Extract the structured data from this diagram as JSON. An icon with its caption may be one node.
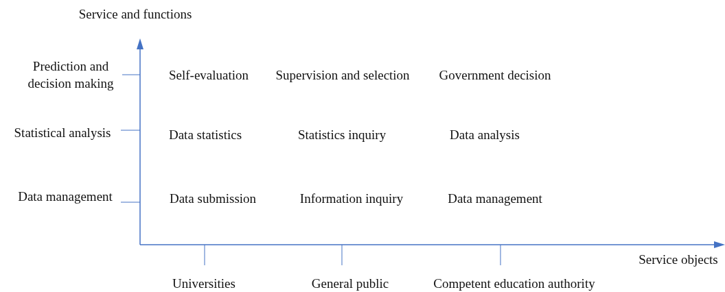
{
  "diagram": {
    "labels": [
      "Service and functions",
      "Prediction and decision making",
      "Self-evaluation",
      "Supervision and selection",
      "Government decision",
      "Statistical analysis",
      "Data statistics",
      "Statistics inquiry",
      "Data analysis",
      "Data management",
      "Data submission",
      "Information inquiry",
      "Data management",
      "Service objects",
      "Universities",
      "General public",
      "Competent education authority"
    ]
  }
}
